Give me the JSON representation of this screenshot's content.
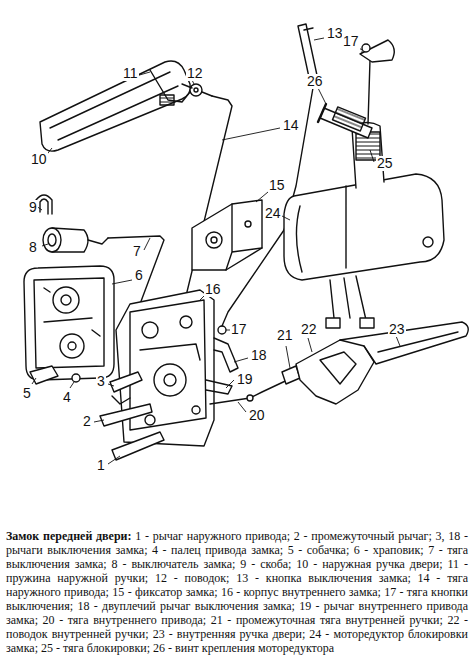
{
  "diagram": {
    "title": "Замок передней двери:",
    "caption": "1 - рычаг наружного привода; 2 - промежуточный рычаг; 3, 18 - рычаги выключения замка; 4 - палец привода замка; 5 - собачка; 6 - храповик; 7 - тяга выключения замка; 8 - выключатель замка; 9 - скоба; 10 - наружная ручка двери; 11 - пружина наружной ручки; 12 - поводок; 13 - кнопка выключения замка; 14 - тяга наружного привода; 15 - фиксатор замка; 16 - корпус внутреннего замка; 17 - тяга кнопки выключения; 18 - двуплечий рычаг выключения замка; 19 - рычаг внутреннего привода замка; 20 - тяга внутреннего привода; 21 - промежуточная тяга внутренней ручки; 22 - поводок внутренней ручки; 23 - внутренняя ручка двери; 24 - моторедуктор блокировки замка; 25 - тяга блокировки; 26 - винт крепления моторедуктора",
    "labels": [
      "1",
      "2",
      "3",
      "4",
      "5",
      "6",
      "7",
      "8",
      "9",
      "10",
      "11",
      "12",
      "13",
      "14",
      "15",
      "16",
      "17",
      "18",
      "19",
      "20",
      "21",
      "22",
      "23",
      "17",
      "26",
      "25",
      "24"
    ]
  }
}
